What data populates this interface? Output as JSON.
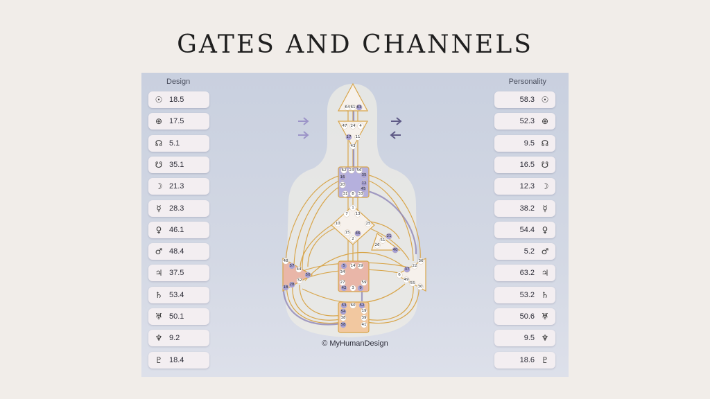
{
  "title": "GATES AND CHANNELS",
  "design": {
    "header": "Design",
    "items": [
      {
        "planet": "sun-icon",
        "glyph": "☉",
        "value": "18.5"
      },
      {
        "planet": "earth-icon",
        "glyph": "⊕",
        "value": "17.5"
      },
      {
        "planet": "north-node-icon",
        "glyph": "☊",
        "value": "5.1"
      },
      {
        "planet": "south-node-icon",
        "glyph": "☋",
        "value": "35.1"
      },
      {
        "planet": "moon-icon",
        "glyph": "☽",
        "value": "21.3"
      },
      {
        "planet": "mercury-icon",
        "glyph": "☿",
        "value": "28.3"
      },
      {
        "planet": "venus-icon",
        "glyph": "♀",
        "value": "46.1"
      },
      {
        "planet": "mars-icon",
        "glyph": "♂",
        "value": "48.4"
      },
      {
        "planet": "jupiter-icon",
        "glyph": "♃",
        "value": "37.5"
      },
      {
        "planet": "saturn-icon",
        "glyph": "♄",
        "value": "53.4"
      },
      {
        "planet": "uranus-icon",
        "glyph": "♅",
        "value": "50.1"
      },
      {
        "planet": "neptune-icon",
        "glyph": "♆",
        "value": "9.2"
      },
      {
        "planet": "pluto-icon",
        "glyph": "♇",
        "value": "18.4"
      }
    ]
  },
  "personality": {
    "header": "Personality",
    "items": [
      {
        "planet": "sun-icon",
        "glyph": "☉",
        "value": "58.3"
      },
      {
        "planet": "earth-icon",
        "glyph": "⊕",
        "value": "52.3"
      },
      {
        "planet": "north-node-icon",
        "glyph": "☊",
        "value": "9.5"
      },
      {
        "planet": "south-node-icon",
        "glyph": "☋",
        "value": "16.5"
      },
      {
        "planet": "moon-icon",
        "glyph": "☽",
        "value": "12.3"
      },
      {
        "planet": "mercury-icon",
        "glyph": "☿",
        "value": "38.2"
      },
      {
        "planet": "venus-icon",
        "glyph": "♀",
        "value": "54.4"
      },
      {
        "planet": "mars-icon",
        "glyph": "♂",
        "value": "5.2"
      },
      {
        "planet": "jupiter-icon",
        "glyph": "♃",
        "value": "63.2"
      },
      {
        "planet": "saturn-icon",
        "glyph": "♄",
        "value": "53.2"
      },
      {
        "planet": "uranus-icon",
        "glyph": "♅",
        "value": "50.6"
      },
      {
        "planet": "neptune-icon",
        "glyph": "♆",
        "value": "9.5"
      },
      {
        "planet": "pluto-icon",
        "glyph": "♇",
        "value": "18.6"
      }
    ]
  },
  "footer": "© MyHumanDesign",
  "colors": {
    "line": "#d8a54a",
    "channel_design": "#8f86b8",
    "center_fill": "#f6f1ec",
    "throat_fill": "#b5b0dd",
    "spleen_fill": "#e9b6a8",
    "root_fill": "#f2c8a0",
    "arrow": "#9c94c8"
  },
  "centers": {
    "head": [
      "64",
      "61",
      "63"
    ],
    "ajna": [
      "47",
      "24",
      "4",
      "17",
      "11",
      "43"
    ],
    "throat": [
      "62",
      "23",
      "56",
      "16",
      "35",
      "20",
      "12",
      "45",
      "31",
      "8",
      "33"
    ],
    "g": [
      "1",
      "7",
      "13",
      "10",
      "25",
      "15",
      "46",
      "2"
    ],
    "heart": [
      "21",
      "51",
      "26",
      "40"
    ],
    "spleen": [
      "48",
      "57",
      "44",
      "50",
      "32",
      "28",
      "18"
    ],
    "sacral": [
      "5",
      "14",
      "29",
      "34",
      "27",
      "59",
      "3",
      "9",
      "42"
    ],
    "solar": [
      "36",
      "22",
      "37",
      "6",
      "49",
      "55",
      "30"
    ],
    "root": [
      "53",
      "60",
      "52",
      "54",
      "19",
      "38",
      "39",
      "58",
      "41"
    ]
  }
}
